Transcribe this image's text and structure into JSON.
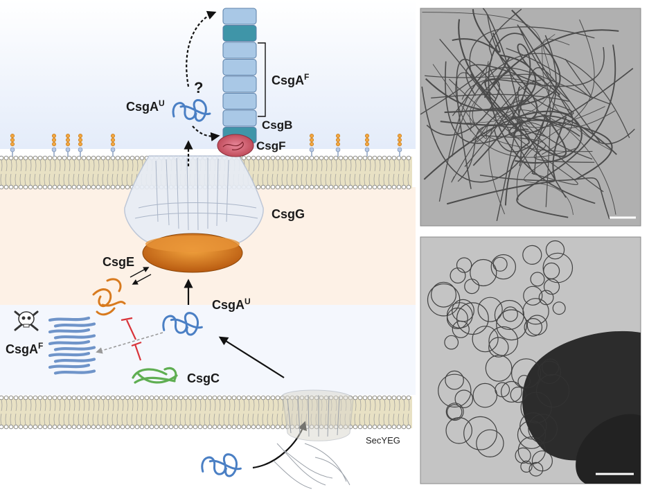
{
  "diagram": {
    "labels": {
      "csgA_top": "CsgA",
      "csgA_top_sup": "U",
      "question": "?",
      "csgA_fibril": "CsgA",
      "csgA_fibril_sup": "F",
      "csgB": "CsgB",
      "csgF": "CsgF",
      "csgG": "CsgG",
      "csgE": "CsgE",
      "csgA_mid": "CsgA",
      "csgA_mid_sup": "U",
      "csgA_agg": "CsgA",
      "csgA_agg_sup": "F",
      "csgC": "CsgC",
      "secYEG": "SecYEG"
    },
    "icons": {
      "toxic": "skull-crossbones-icon"
    },
    "colors": {
      "fibril_light": "#a9c8e6",
      "fibril_dark": "#3f95a8",
      "csgF": "#d25a6c",
      "csgE": "#e08a2a",
      "csgG_cap": "#d87a1e",
      "csgC": "#5fae52",
      "unfolded": "#4a7fc4",
      "inhibit": "#d9343a",
      "membrane": "#e8e1c4",
      "periplasm": "#fdf1e6",
      "extracellular": "#e8effb"
    }
  },
  "micrographs": {
    "top": "tem-fibril-network",
    "bottom": "tem-cell-curli"
  }
}
